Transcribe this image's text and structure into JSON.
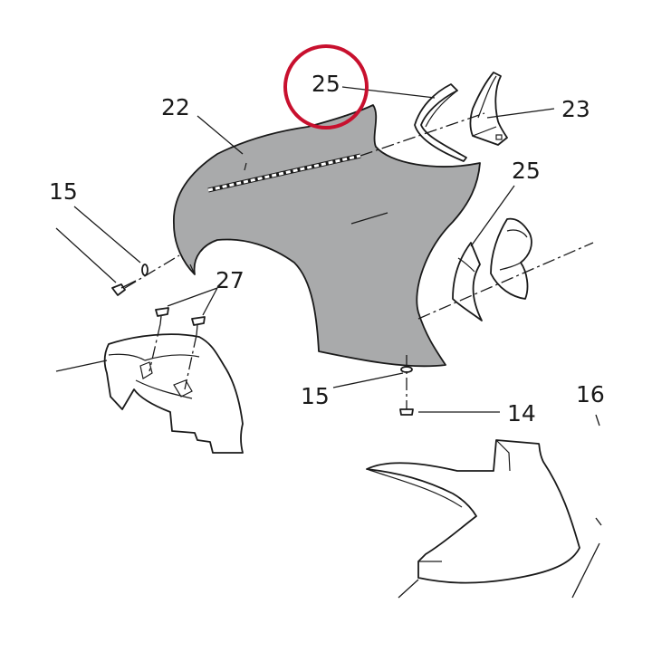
{
  "diagram": {
    "callouts": {
      "part_22": "22",
      "part_23": "23",
      "part_25_top": "25",
      "part_25_right": "25",
      "part_15_left": "15",
      "part_15_bottom": "15",
      "part_27": "27",
      "part_14": "14",
      "part_16": "16"
    },
    "colors": {
      "panel_fill": "#a9aaab",
      "highlight_circle": "#c8102e",
      "line": "#1a1a1a"
    },
    "highlighted_callout": "25"
  }
}
